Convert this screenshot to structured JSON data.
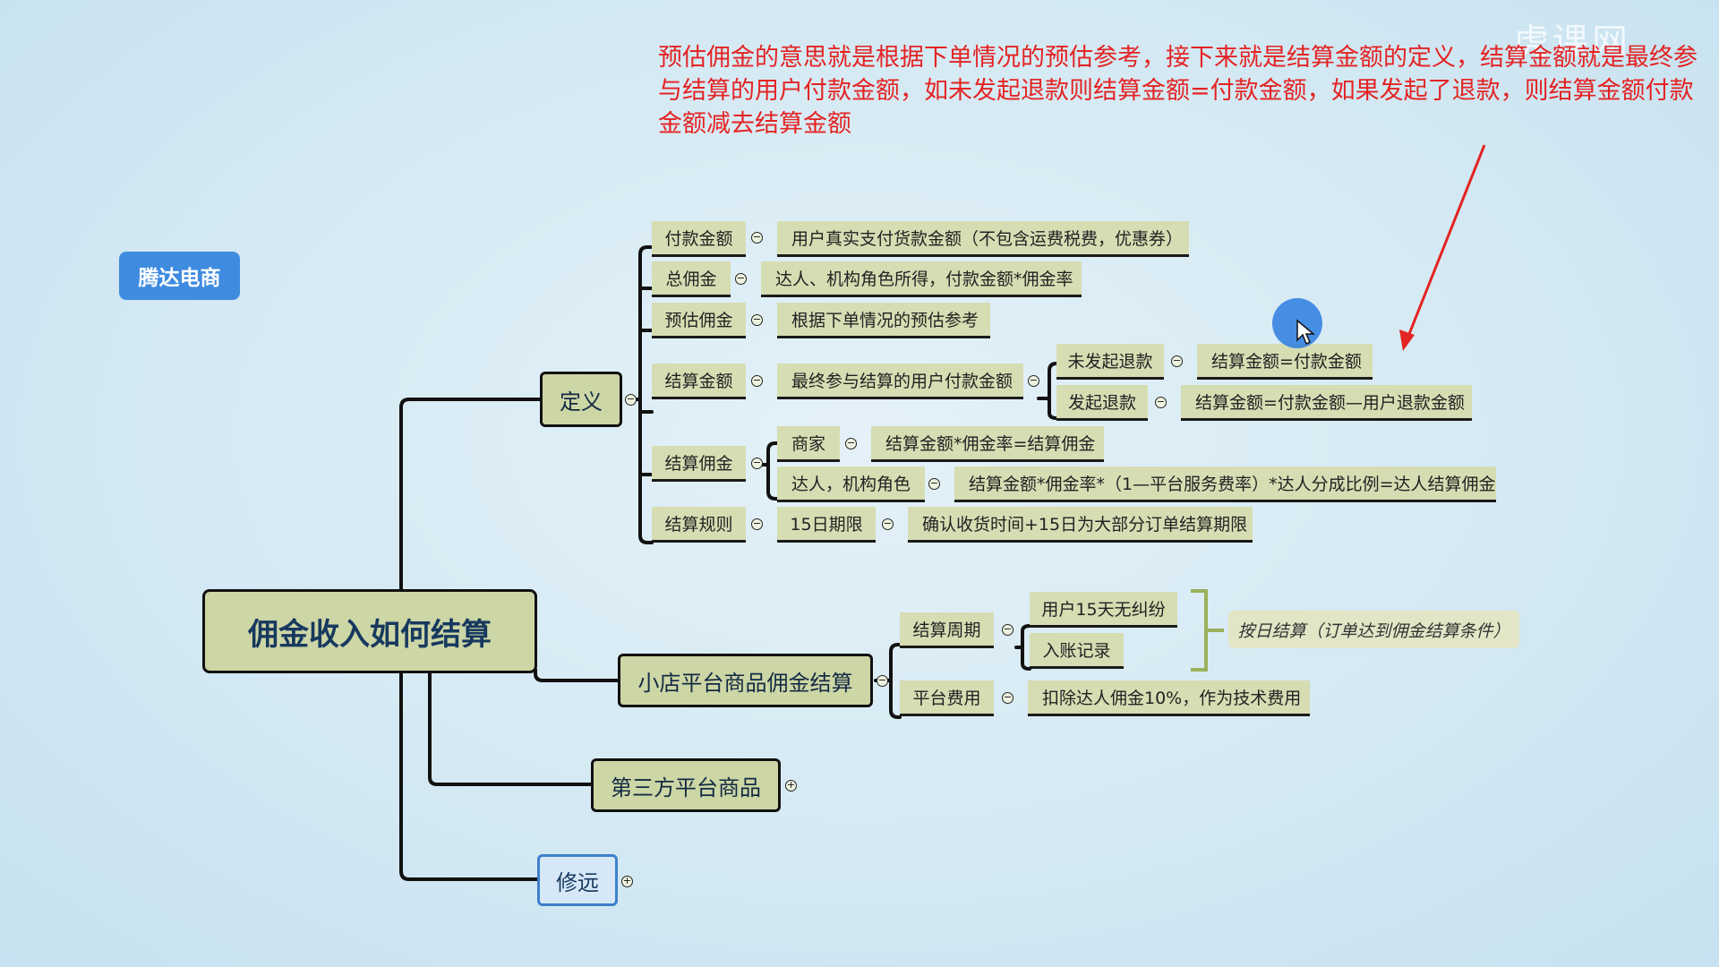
{
  "caption": "预估佣金的意思就是根据下单情况的预估参考，接下来就是结算金额的定义，结算金额就是最终参与结算的用户付款金额，如未发起退款则结算金额=付款金额，如果发起了退款，则结算金额付款金额减去结算金额",
  "tag": "腾达电商",
  "watermark": "虎课网",
  "root": "佣金收入如何结算",
  "definition": {
    "label": "定义",
    "rows": {
      "payment": {
        "label": "付款金额",
        "desc": "用户真实支付货款金额（不包含运费税费，优惠券）"
      },
      "total": {
        "label": "总佣金",
        "desc": "达人、机构角色所得，付款金额*佣金率"
      },
      "estimate": {
        "label": "预估佣金",
        "desc": "根据下单情况的预估参考"
      },
      "settle_amount": {
        "label": "结算金额",
        "desc": "最终参与结算的用户付款金额",
        "no_refund": {
          "label": "未发起退款",
          "desc": "结算金额=付款金额"
        },
        "refund": {
          "label": "发起退款",
          "desc": "结算金额=付款金额—用户退款金额"
        }
      },
      "settle_comm": {
        "label": "结算佣金",
        "merchant": {
          "label": "商家",
          "desc": "结算金额*佣金率=结算佣金"
        },
        "creator": {
          "label": "达人，机构角色",
          "desc": "结算金额*佣金率*（1—平台服务费率）*达人分成比例=达人结算佣金"
        }
      },
      "rules": {
        "label": "结算规则",
        "sub": "15日期限",
        "desc": "确认收货时间+15日为大部分订单结算期限"
      }
    }
  },
  "shop": {
    "label": "小店平台商品佣金结算",
    "cycle": {
      "label": "结算周期",
      "a": "用户15天无纠纷",
      "b": "入账记录",
      "note": "按日结算（订单达到佣金结算条件）"
    },
    "fee": {
      "label": "平台费用",
      "desc": "扣除达人佣金10%，作为技术费用"
    }
  },
  "third": {
    "label": "第三方平台商品"
  },
  "xiuyuan": {
    "label": "修远"
  },
  "colors": {
    "caption": "#e42323",
    "tag": "#3f8be0",
    "node": "#cdd6a5",
    "arrow": "#e42323"
  }
}
